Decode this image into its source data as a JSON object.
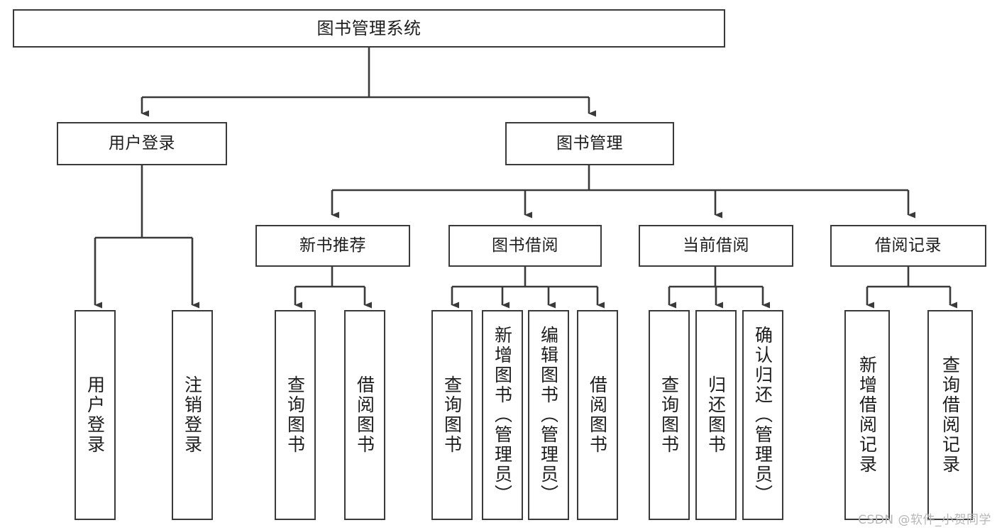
{
  "diagram": {
    "title": "图书管理系统",
    "type": "tree",
    "watermark": "CSDN @软件_小贺同学",
    "colors": {
      "background": "#ffffff",
      "box_fill": "#ffffff",
      "box_border": "#3a3a3a",
      "edge": "#3a3a3a",
      "text": "#1d1d1d",
      "watermark": "#b6b6b6"
    },
    "root": {
      "label": "图书管理系统"
    },
    "level2": [
      {
        "label": "用户登录"
      },
      {
        "label": "图书管理"
      }
    ],
    "level3": [
      {
        "label": "新书推荐"
      },
      {
        "label": "图书借阅"
      },
      {
        "label": "当前借阅"
      },
      {
        "label": "借阅记录"
      }
    ],
    "leaves": {
      "user_login": [
        {
          "label": "用户登录"
        },
        {
          "label": "注销登录"
        }
      ],
      "new_book_recommend": [
        {
          "label": "查询图书"
        },
        {
          "label": "借阅图书"
        }
      ],
      "book_borrow": [
        {
          "label": "查询图书"
        },
        {
          "label": "新增图书（管理员）"
        },
        {
          "label": "编辑图书（管理员）"
        },
        {
          "label": "借阅图书"
        }
      ],
      "current_borrow": [
        {
          "label": "查询图书"
        },
        {
          "label": "归还图书"
        },
        {
          "label": "确认归还（管理员）"
        }
      ],
      "borrow_record": [
        {
          "label": "新增借阅记录"
        },
        {
          "label": "查询借阅记录"
        }
      ]
    }
  }
}
